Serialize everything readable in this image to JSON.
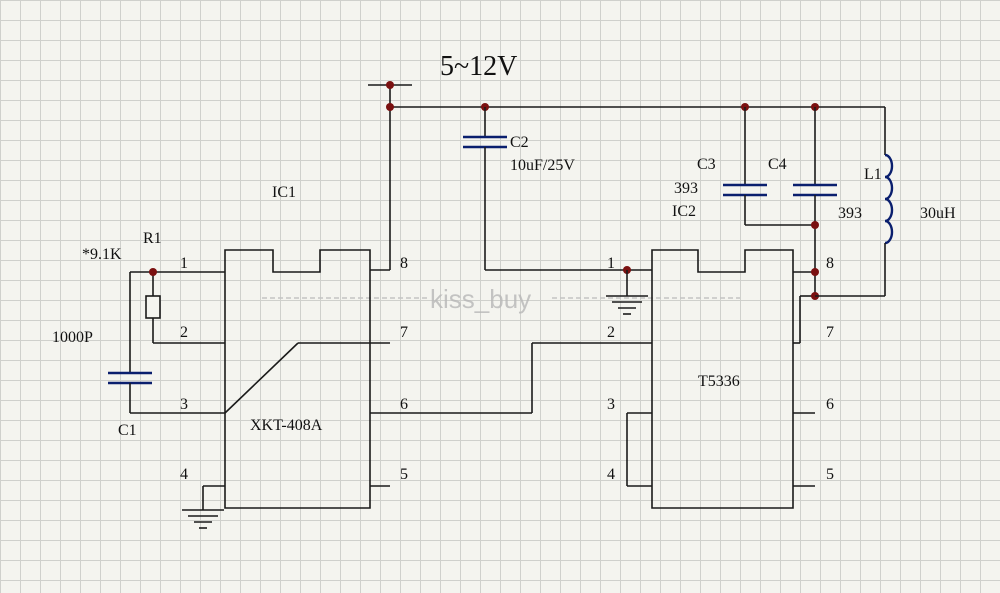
{
  "supply": "5~12V",
  "watermark": "kiss_buy",
  "ic1": {
    "ref": "IC1",
    "part": "XKT-408A"
  },
  "ic2": {
    "ref": "IC2",
    "part": "T5336"
  },
  "components": {
    "r1_ref": "R1",
    "r1_value": "*9.1K",
    "c1_ref": "C1",
    "c1_value": "1000P",
    "c2_ref": "C2",
    "c2_value": "10uF/25V",
    "c3_ref": "C3",
    "c3_value": "393",
    "c4_ref": "C4",
    "c4_value": "393",
    "l1_ref": "L1",
    "l1_value": "30uH"
  },
  "pins": {
    "p1": "1",
    "p2": "2",
    "p3": "3",
    "p4": "4",
    "p5": "5",
    "p6": "6",
    "p7": "7",
    "p8": "8"
  }
}
